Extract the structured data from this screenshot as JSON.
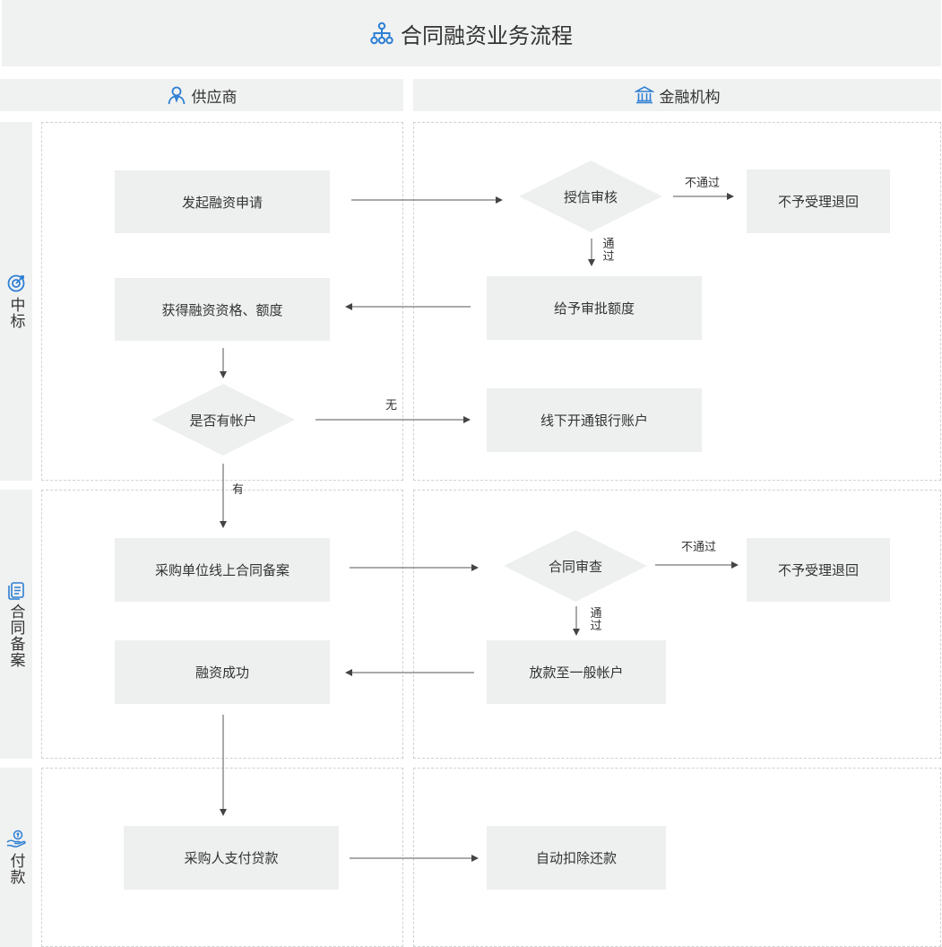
{
  "title": "合同融资业务流程",
  "columns": {
    "supplier": "供应商",
    "bank": "金融机构"
  },
  "rows": {
    "bid": "中标",
    "filing": "合同备案",
    "payment": "付款"
  },
  "nodes": {
    "apply": "发起融资申请",
    "credit_review": "授信审核",
    "reject1": "不予受理退回",
    "grant_quota": "给予审批额度",
    "get_quota": "获得融资资格、额度",
    "has_account": "是否有帐户",
    "open_account": "线下开通银行账户",
    "contract_filing": "采购单位线上合同备案",
    "contract_review": "合同审查",
    "reject2": "不予受理退回",
    "success": "融资成功",
    "disburse": "放款至一般帐户",
    "buyer_pay": "采购人支付贷款",
    "auto_repay": "自动扣除还款"
  },
  "edge_labels": {
    "fail1": "不通过",
    "pass1": "通过",
    "none": "无",
    "yes": "有",
    "fail2": "不通过",
    "pass2": "通过"
  },
  "colors": {
    "icon": "#2d7fd3",
    "panel": "#f0f1f1",
    "box": "#eef0f0",
    "line": "#444444"
  }
}
